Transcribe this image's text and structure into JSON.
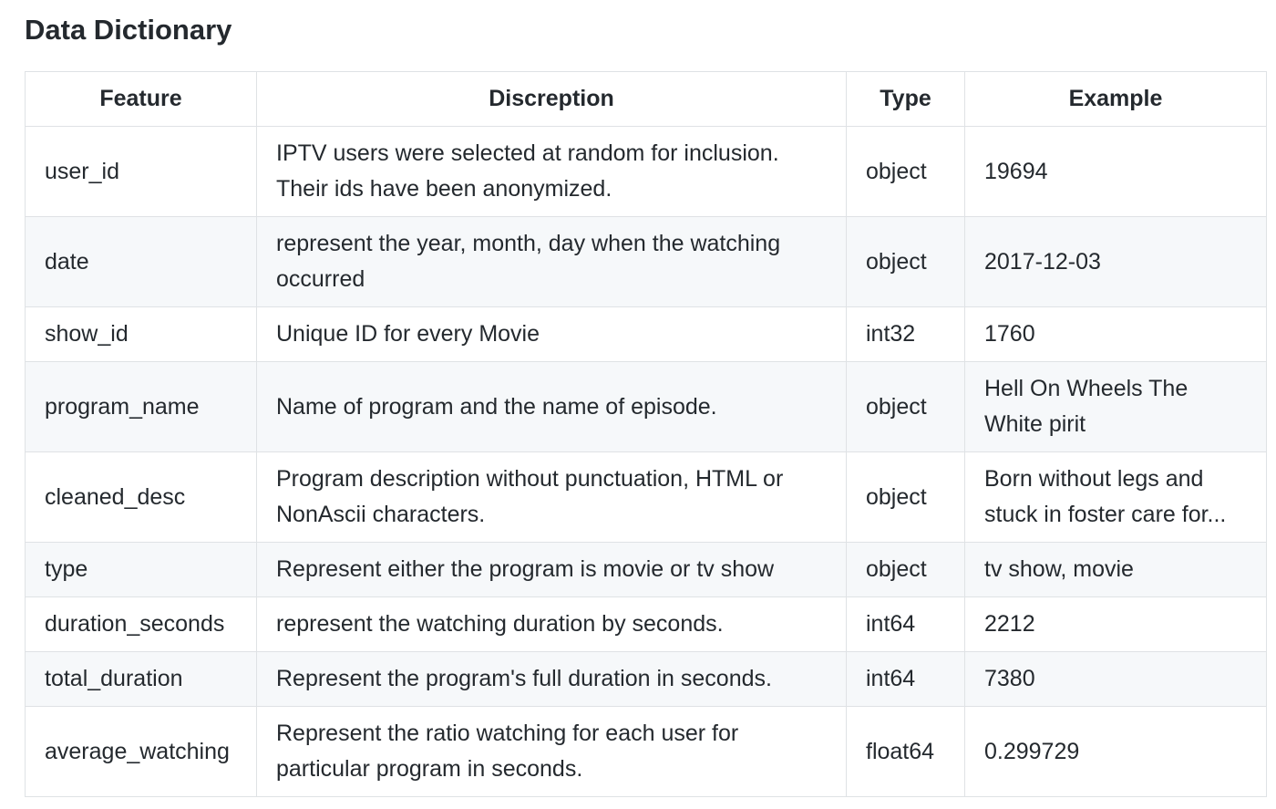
{
  "heading": "Data Dictionary",
  "columns": [
    "Feature",
    "Discreption",
    "Type",
    "Example"
  ],
  "rows": [
    {
      "feature": "user_id",
      "description": "IPTV users were selected at random for inclusion. Their ids have been anonymized.",
      "type": "object",
      "example": "19694"
    },
    {
      "feature": "date",
      "description": "represent the year, month, day when the watching occurred",
      "type": "object",
      "example": "2017-12-03"
    },
    {
      "feature": "show_id",
      "description": "Unique ID for every Movie",
      "type": "int32",
      "example": "1760"
    },
    {
      "feature": "program_name",
      "description": "Name of program and the name of episode.",
      "type": "object",
      "example": "Hell On Wheels The White pirit"
    },
    {
      "feature": "cleaned_desc",
      "description": "Program description without punctuation, HTML or NonAscii characters.",
      "type": "object",
      "example": "Born without legs and stuck in foster care for..."
    },
    {
      "feature": "type",
      "description": "Represent either the program is movie or tv show",
      "type": "object",
      "example": "tv show, movie"
    },
    {
      "feature": "duration_seconds",
      "description": "represent the watching duration by seconds.",
      "type": "int64",
      "example": "2212"
    },
    {
      "feature": "total_duration",
      "description": "Represent the program's full duration in seconds.",
      "type": "int64",
      "example": "7380"
    },
    {
      "feature": "average_watching",
      "description": "Represent the ratio watching for each user for particular program in seconds.",
      "type": "float64",
      "example": "0.299729"
    }
  ]
}
